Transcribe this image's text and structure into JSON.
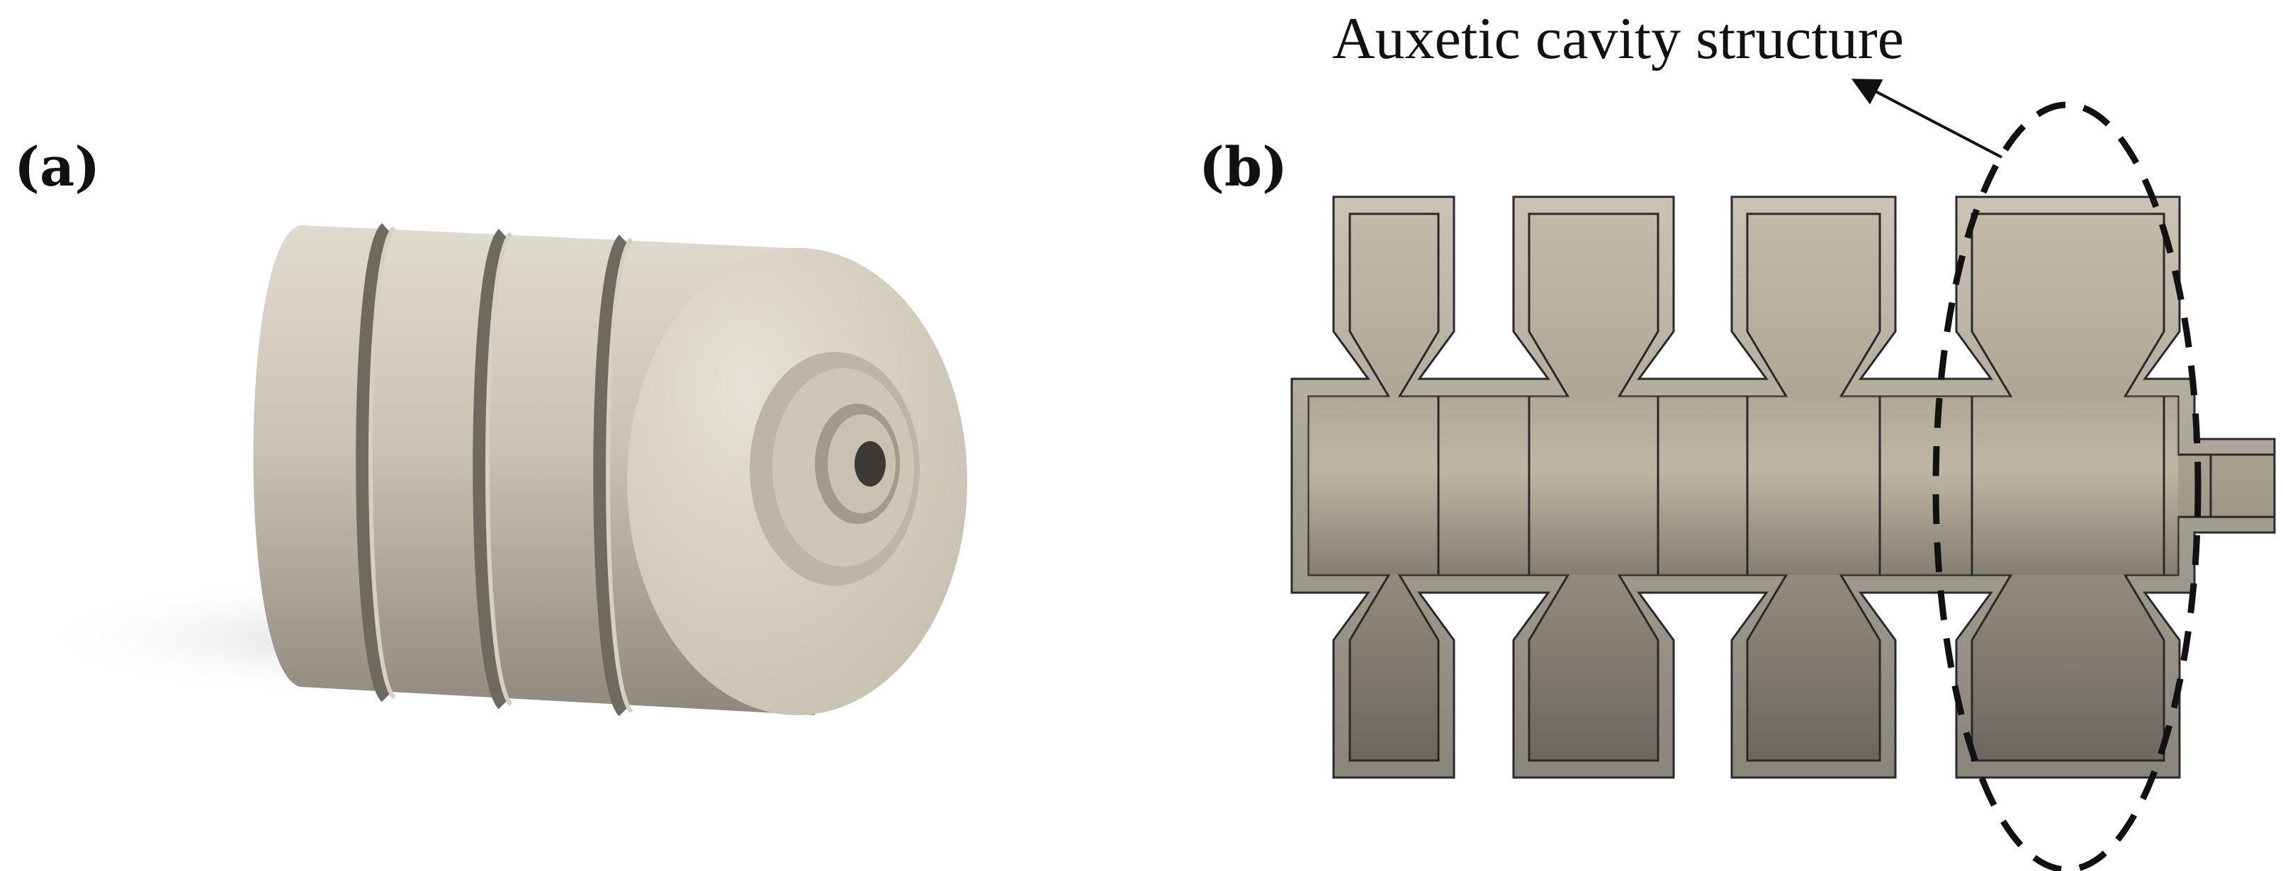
{
  "figure": {
    "panel_a_label": "(a)",
    "panel_b_label": "(b)",
    "annotation": "Auxetic cavity structure"
  },
  "colors": {
    "solid_light": "#cbc4b6",
    "solid_dark": "#8a857b",
    "cavity_light": "#c1b7a6",
    "cavity_dark": "#6b6760",
    "outline": "#2a2a2a",
    "cylinder_light": "#dad5c8",
    "cylinder_dark": "#8f897d",
    "face": "#d3ccbd"
  }
}
